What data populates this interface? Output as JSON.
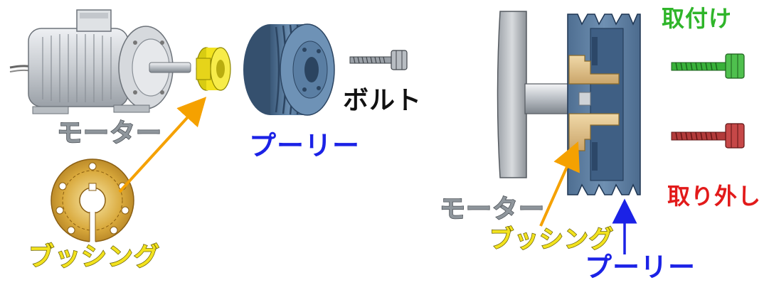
{
  "labels": {
    "motor_left": "モーター",
    "pulley_left": "プーリー",
    "bolt_left": "ボルト",
    "bushing_left": "ブッシング",
    "install": "取付け",
    "remove": "取り外し",
    "motor_right": "モーター",
    "bushing_right": "ブッシング",
    "pulley_right": "プーリー"
  },
  "colors": {
    "pulley_blue": "#4a6a8c",
    "label_blue": "#1b22e6",
    "bushing_yellow": "#f2e21e",
    "bushing_gold": "#d4a23a",
    "arrow_orange": "#f5a100",
    "install_green": "#2fb52a",
    "remove_red": "#e21a1a",
    "motor_gray": "#c9cdd2"
  }
}
